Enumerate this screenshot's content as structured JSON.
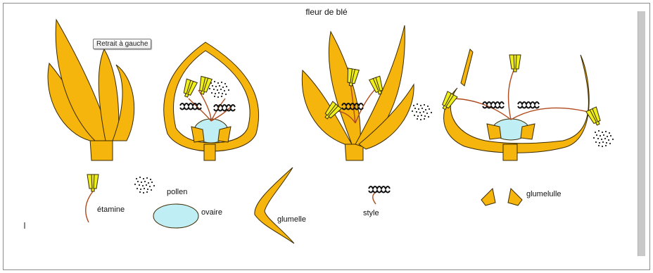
{
  "title": "fleur de blé",
  "tooltip": "Retrait à gauche",
  "labels": {
    "pollen": "pollen",
    "etamine": "étamine",
    "ovaire": "ovaire",
    "glumelle": "glumelle",
    "style": "style",
    "glumelulle": "glumelulle"
  },
  "colors": {
    "glume_fill": "#f5b50c",
    "glume_stroke": "#3b2a00",
    "anther": "#eef01e",
    "ovary": "#bfeef5",
    "filament": "#b04a1e",
    "pollen": "#222222"
  }
}
